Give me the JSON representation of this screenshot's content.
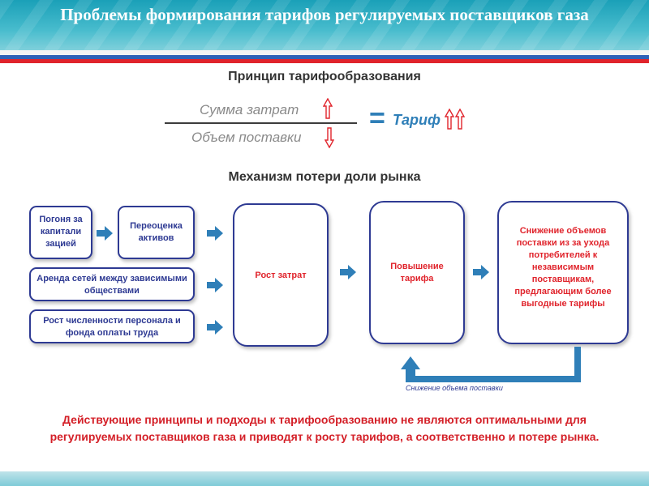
{
  "header": {
    "title": "Проблемы формирования тарифов регулируемых поставщиков газа"
  },
  "principle": {
    "title": "Принцип тарифообразования",
    "numerator": "Сумма затрат",
    "denominator": "Объем поставки",
    "equals": "=",
    "result": "Тариф"
  },
  "mechanism": {
    "title": "Механизм потери доли рынка",
    "box_capitalization": "Погоня за капитали зацией",
    "box_revaluation": "Переоценка активов",
    "box_lease": "Аренда сетей между зависимыми обществами",
    "box_staff": "Рост численности персонала и фонда оплаты труда",
    "box_cost_growth": "Рост затрат",
    "box_tariff_increase": "Повышение тарифа",
    "box_volume_decrease": "Снижение объемов поставки из за ухода потребителей к независимым поставщикам, предлагающим более выгодные тарифы",
    "feedback_caption": "Снижение объема поставки"
  },
  "conclusion": "Действующие принципы и подходы к тарифообразованию не являются оптимальными для регулируемых поставщиков газа и приводят к росту тарифов, а соответственно и потере рынка.",
  "colors": {
    "box_border": "#2e3a93",
    "arrow_blue": "#2f7fb8",
    "accent_red": "#e0242c",
    "header_teal": "#1aa0b8"
  }
}
